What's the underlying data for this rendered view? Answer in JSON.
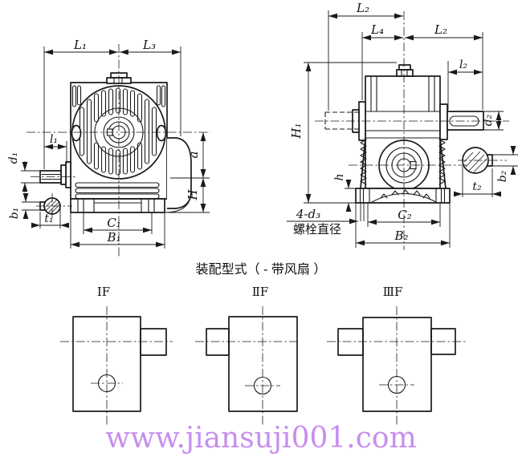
{
  "note": {
    "assembly_type": "装配型式（ - 带风扇 ）"
  },
  "front_view": {
    "labels": {
      "L1": "L₁",
      "L3": "L₃",
      "l1": "l₁",
      "d1": "d₁",
      "b1": "b₁",
      "t1": "t₁",
      "C1": "C₁",
      "B1": "B₁",
      "a": "a",
      "H": "H"
    }
  },
  "side_view": {
    "labels": {
      "L2_top": "L₂",
      "L4": "L₄",
      "L2_right": "L₂",
      "l2": "l₂",
      "H1": "H₁",
      "d2": "d₂",
      "h": "h",
      "C2": "C₂",
      "B2": "B₂",
      "t2": "t₂",
      "b2": "b₂"
    },
    "bolt_callout": {
      "count_label": "4-d₃",
      "text": "螺栓直径"
    }
  },
  "variants": [
    {
      "label": "ⅠF"
    },
    {
      "label": "ⅡF"
    },
    {
      "label": "ⅢF"
    }
  ],
  "watermark": {
    "text": "www.jiansuji001.com",
    "color": "#c78eee"
  },
  "colors": {
    "line": "#1a1a1a",
    "background": "#ffffff",
    "watermark": "#c78eee"
  }
}
